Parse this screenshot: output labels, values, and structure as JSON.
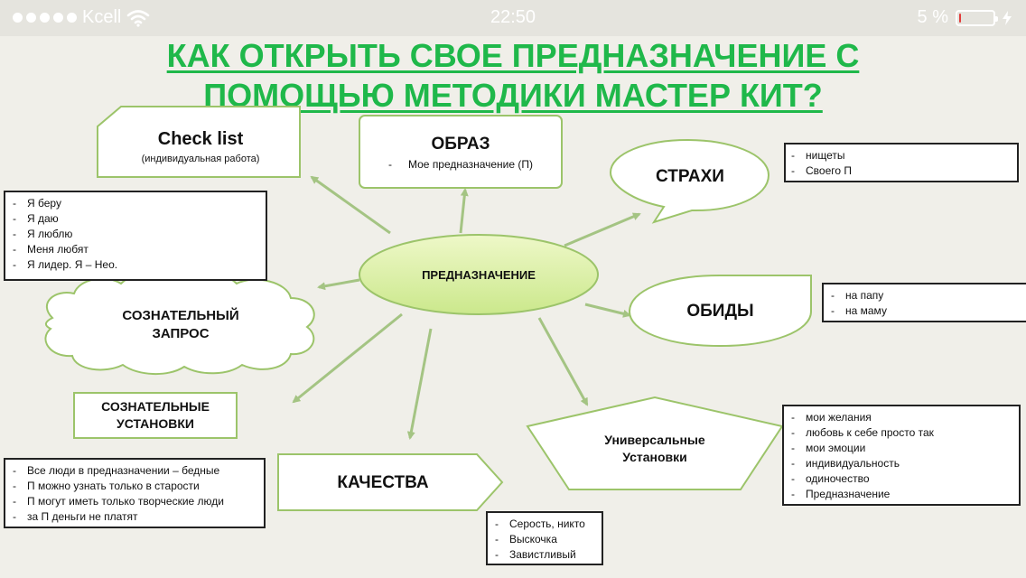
{
  "status_bar": {
    "carrier": "Kcell",
    "time": "22:50",
    "battery": "5 %",
    "battery_level": 0.05,
    "wifi_icon": "wifi-icon",
    "charging_icon": "bolt-icon",
    "colors": {
      "battery_low": "#e23b3b"
    }
  },
  "title": {
    "line1": "КАК ОТКРЫТЬ СВОЕ ПРЕДНАЗНАЧЕНИЕ С",
    "line2": "ПОМОЩЬЮ МЕТОДИКИ МАСТЕР КИТ?"
  },
  "center": {
    "label": "ПРЕДНАЗНАЧЕНИЕ"
  },
  "nodes": {
    "checklist": {
      "title": "Check list",
      "subtitle": "(индивидуальная работа)"
    },
    "obraz": {
      "title": "ОБРАЗ",
      "item": "Мое предназначение (П)"
    },
    "strahi": {
      "title": "СТРАХИ"
    },
    "obidy": {
      "title": "ОБИДЫ"
    },
    "zapros": {
      "line1": "СОЗНАТЕЛЬНЫЙ",
      "line2": "ЗАПРОС"
    },
    "ustanovki": {
      "line1": "СОЗНАТЕЛЬНЫЕ",
      "line2": "УСТАНОВКИ"
    },
    "kachestva": {
      "title": "КАЧЕСТВА"
    },
    "universal": {
      "line1": "Универсальные",
      "line2": "Установки"
    }
  },
  "lists": {
    "ya": [
      "Я беру",
      "Я даю",
      "Я люблю",
      "Меня любят",
      "Я лидер. Я – Нео."
    ],
    "strahi": [
      "нищеты",
      "Своего П"
    ],
    "obidy": [
      "на папу",
      "на маму"
    ],
    "universal": [
      "мои желания",
      "любовь к себе просто так",
      "мои эмоции",
      "индивидуальность",
      "одиночество",
      "Предназначение"
    ],
    "ustanovki": [
      "Все люди в предназначении – бедные",
      "П можно узнать только в старости",
      "П могут иметь только творческие люди",
      "за П деньги не платят"
    ],
    "kachestva": [
      "Серость, никто",
      "Выскочка",
      "Завистливый"
    ]
  },
  "colors": {
    "title_green": "#1fb84a",
    "shape_border": "#9cc46a",
    "arrow": "#a4c483",
    "center_fill": "#d8ef9e",
    "background": "#f0efe9"
  }
}
